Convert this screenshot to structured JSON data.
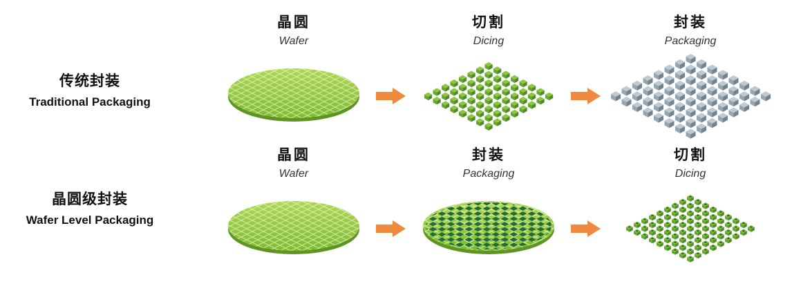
{
  "rows": [
    {
      "label_zh": "传统封装",
      "label_en": "Traditional Packaging",
      "stages": [
        {
          "zh": "晶圆",
          "en": "Wafer",
          "graphic": "wafer-plain"
        },
        {
          "zh": "切割",
          "en": "Dicing",
          "graphic": "diced-green"
        },
        {
          "zh": "封装",
          "en": "Packaging",
          "graphic": "diced-gray"
        }
      ]
    },
    {
      "label_zh": "晶圆级封装",
      "label_en": "Wafer Level Packaging",
      "stages": [
        {
          "zh": "晶圆",
          "en": "Wafer",
          "graphic": "wafer-plain"
        },
        {
          "zh": "封装",
          "en": "Packaging",
          "graphic": "wafer-packaged"
        },
        {
          "zh": "切割",
          "en": "Dicing",
          "graphic": "diced-packaged"
        }
      ]
    }
  ],
  "colors": {
    "arrow": "#F0883E",
    "wafer_green_light": "#AED755",
    "wafer_green_dark": "#7FBC2F",
    "wafer_rim": "#5E9422",
    "wafer_lattice_line": "rgba(255,255,255,0.55)",
    "cube_green_top": "#8DC63F",
    "cube_green_left": "#67A62E",
    "cube_green_right": "#4C8A27",
    "cube_gray_top": "#BFC9D1",
    "cube_gray_left": "#97A5AF",
    "cube_gray_right": "#74828D",
    "package_dot": "#226B34",
    "text_dark": "#111111",
    "text_italic": "#333333"
  }
}
